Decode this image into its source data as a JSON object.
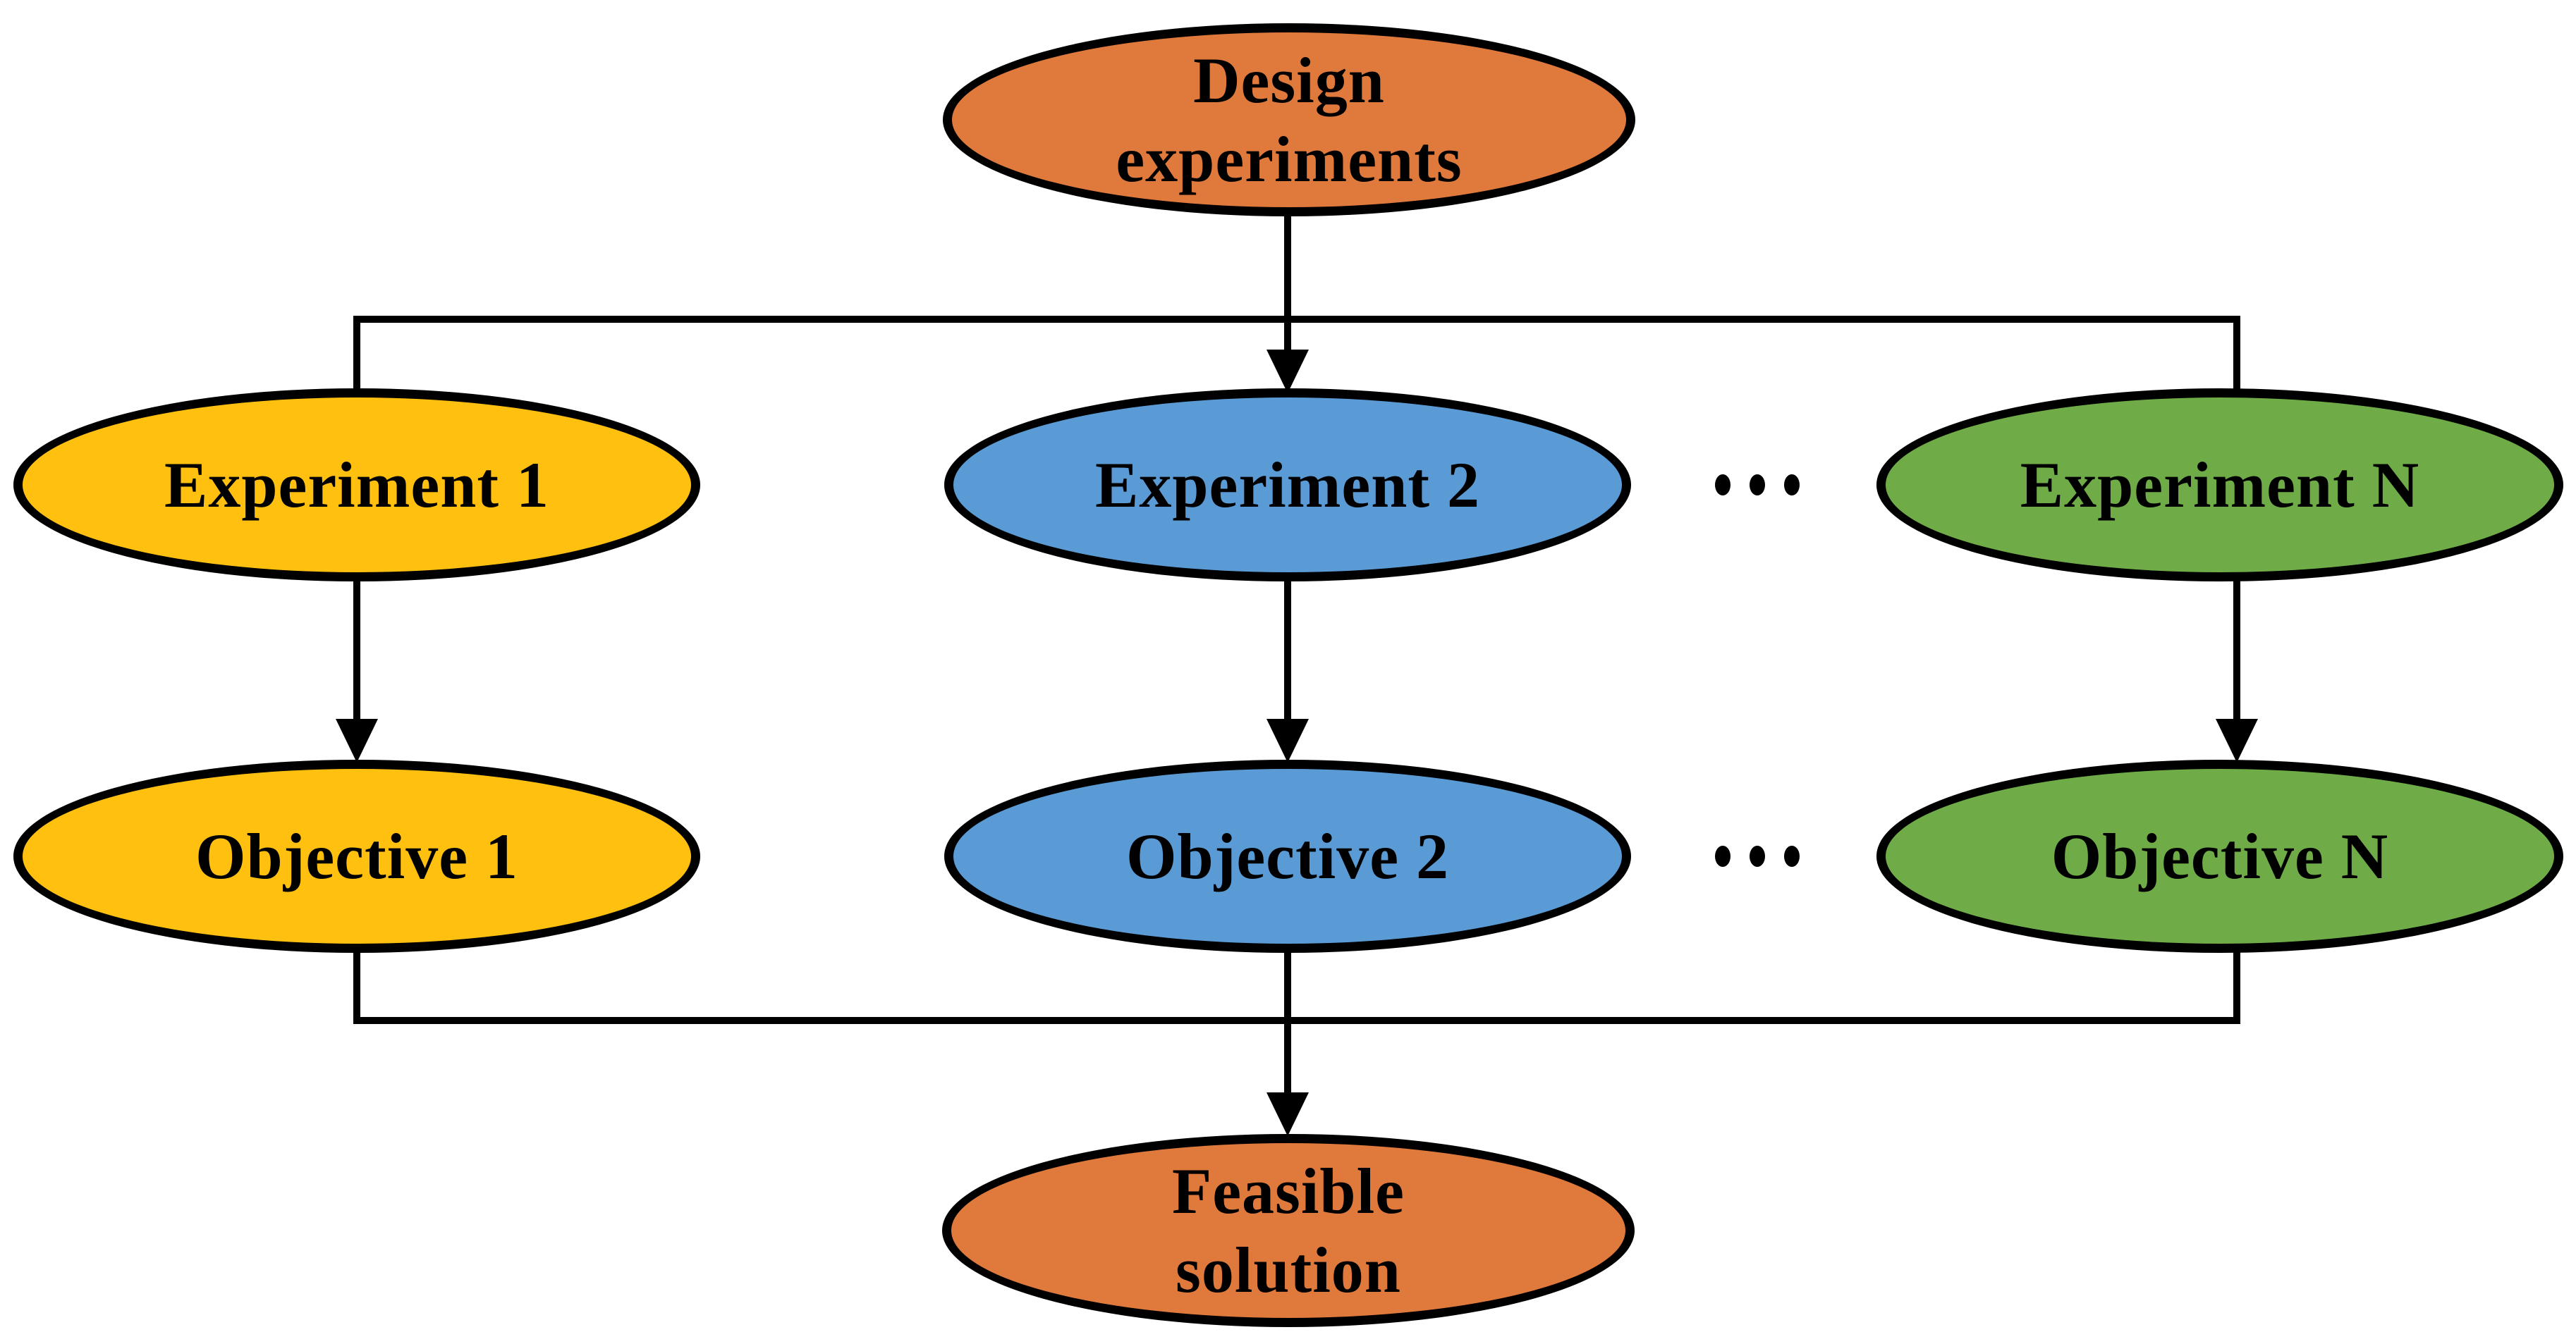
{
  "diagram": {
    "type": "flowchart",
    "background": "#ffffff",
    "colors": {
      "orange": "#E0793C",
      "yellow": "#FFC010",
      "blue": "#5B9BD5",
      "green": "#6FAC47",
      "line": "#000000",
      "text": "#000000"
    },
    "nodes": {
      "design": {
        "line1": "Design",
        "line2": "experiments",
        "color": "#E0793C",
        "shape": "ellipse"
      },
      "experiment1": {
        "line1": "Experiment 1",
        "color": "#FFC010",
        "shape": "ellipse"
      },
      "experiment2": {
        "line1": "Experiment 2",
        "color": "#5B9BD5",
        "shape": "ellipse"
      },
      "experimentN": {
        "line1": "Experiment N",
        "color": "#6FAC47",
        "shape": "ellipse"
      },
      "objective1": {
        "line1": "Objective 1",
        "color": "#FFC010",
        "shape": "ellipse"
      },
      "objective2": {
        "line1": "Objective 2",
        "color": "#5B9BD5",
        "shape": "ellipse"
      },
      "objectiveN": {
        "line1": "Objective N",
        "color": "#6FAC47",
        "shape": "ellipse"
      },
      "feasible": {
        "line1": "Feasible",
        "line2": "solution",
        "color": "#E0793C",
        "shape": "ellipse"
      }
    },
    "edges": [
      {
        "from": "design",
        "to": "experiment1",
        "arrowhead": false
      },
      {
        "from": "design",
        "to": "experiment2",
        "arrowhead": true
      },
      {
        "from": "design",
        "to": "experimentN",
        "arrowhead": false
      },
      {
        "from": "experiment1",
        "to": "objective1",
        "arrowhead": true
      },
      {
        "from": "experiment2",
        "to": "objective2",
        "arrowhead": true
      },
      {
        "from": "experimentN",
        "to": "objectiveN",
        "arrowhead": true
      },
      {
        "from": "objective1",
        "to": "feasible",
        "arrowhead": false
      },
      {
        "from": "objective2",
        "to": "feasible",
        "arrowhead": true
      },
      {
        "from": "objectiveN",
        "to": "feasible",
        "arrowhead": false
      }
    ],
    "ellipsis_between_columns": "..."
  }
}
